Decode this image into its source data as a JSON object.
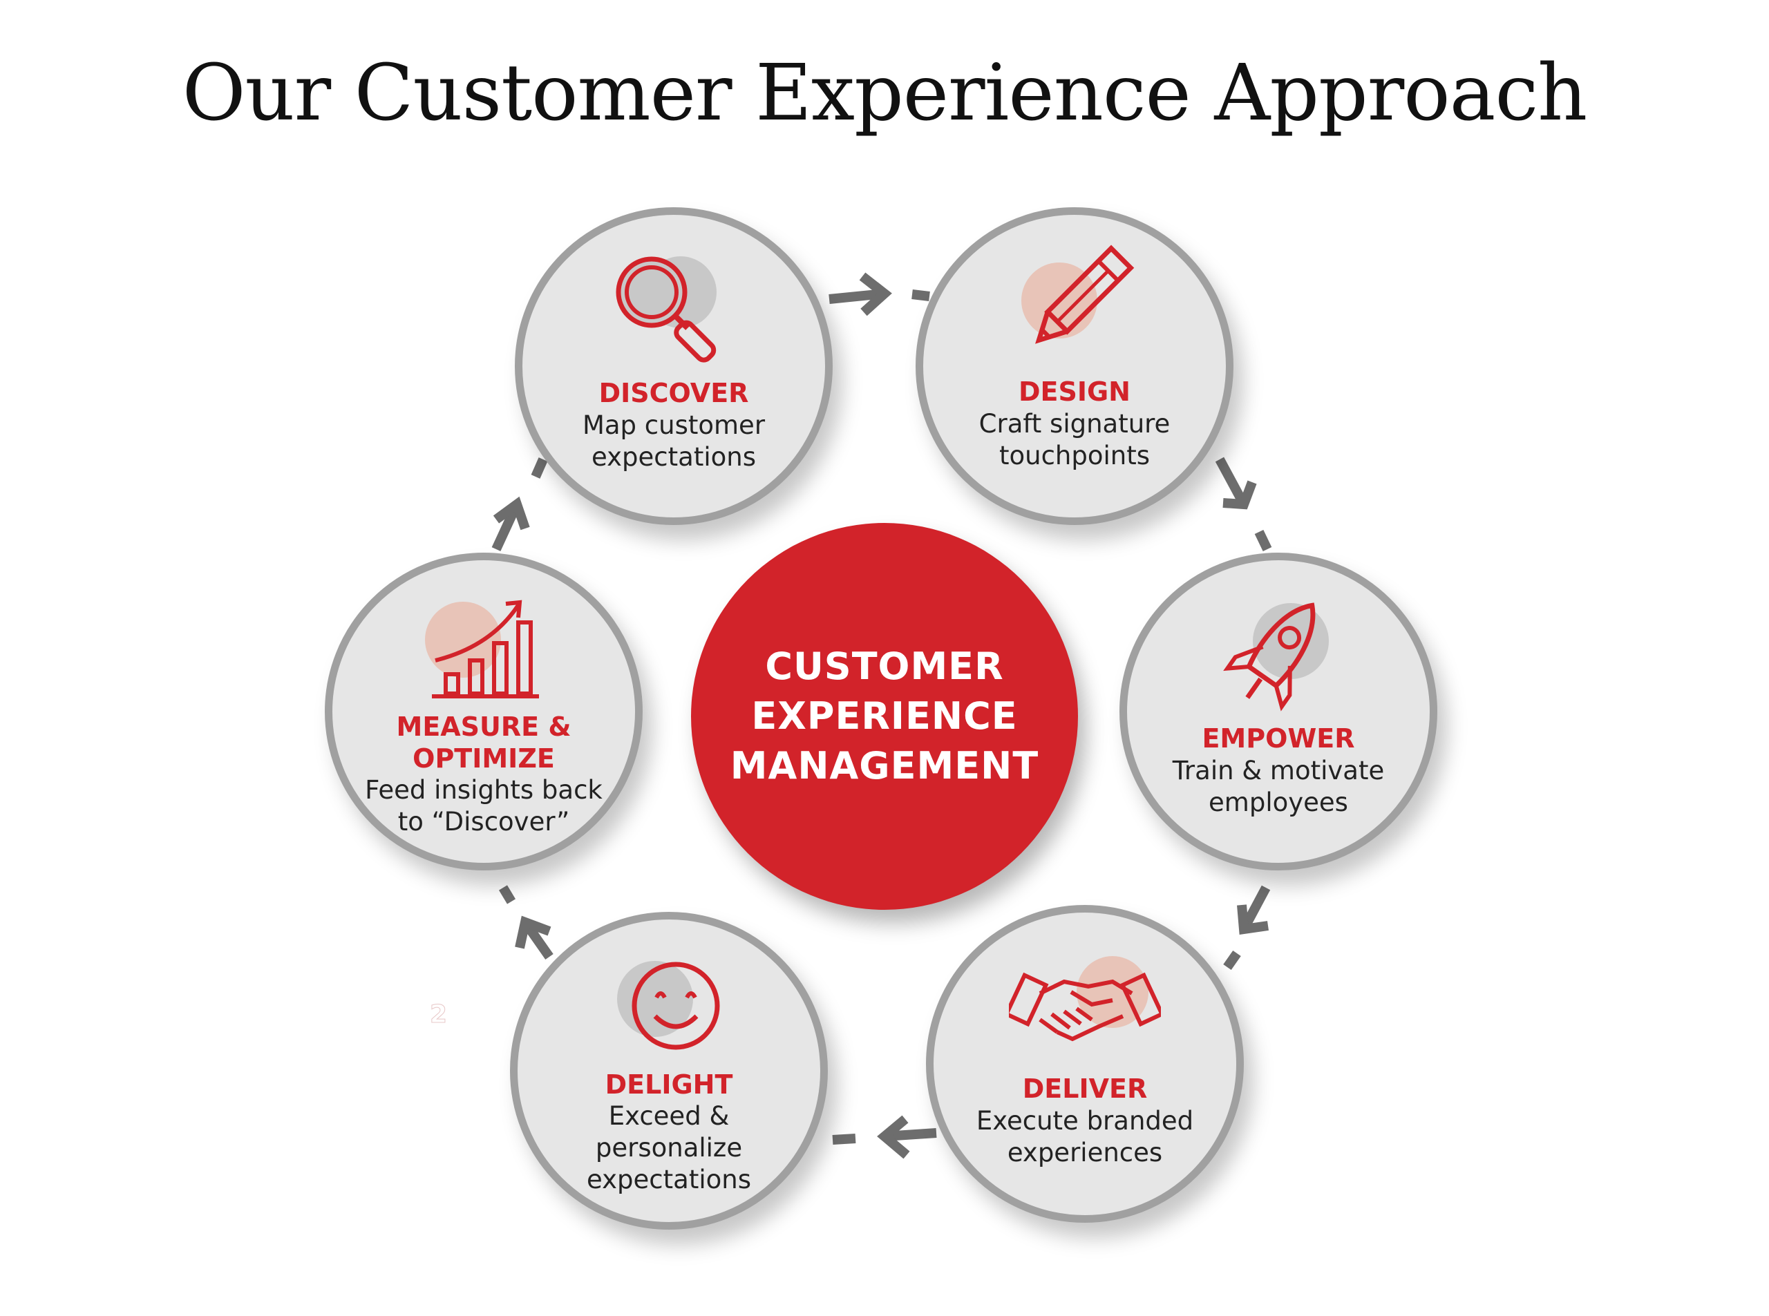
{
  "title": "Our Customer Experience Approach",
  "center": {
    "line1": "CUSTOMER",
    "line2": "EXPERIENCE",
    "line3": "MANAGEMENT"
  },
  "stages": {
    "discover": {
      "label": "DISCOVER",
      "desc1": "Map customer",
      "desc2": "expectations",
      "icon": "magnifier-icon"
    },
    "design": {
      "label": "DESIGN",
      "desc1": "Craft signature",
      "desc2": "touchpoints",
      "icon": "pencil-icon"
    },
    "empower": {
      "label": "EMPOWER",
      "desc1": "Train & motivate",
      "desc2": "employees",
      "icon": "rocket-icon"
    },
    "deliver": {
      "label": "DELIVER",
      "desc1": "Execute branded",
      "desc2": "experiences",
      "icon": "handshake-icon"
    },
    "delight": {
      "label": "DELIGHT",
      "desc1": "Exceed &",
      "desc2": "personalize",
      "desc3": "expectations",
      "icon": "smiley-icon"
    },
    "measure": {
      "label1": "MEASURE &",
      "label2": "OPTIMIZE",
      "desc1": "Feed insights back",
      "desc2": "to “Discover”",
      "icon": "growth-chart-icon"
    }
  },
  "stray_mark": "2",
  "colors": {
    "accent": "#d2232a",
    "circle_fill": "#e6e6e6",
    "circle_border": "#a0a0a0",
    "arrow": "#6d6d6d",
    "icon_highlight_red": "#e8c4b8",
    "icon_highlight_grey": "#c8c8c8"
  }
}
